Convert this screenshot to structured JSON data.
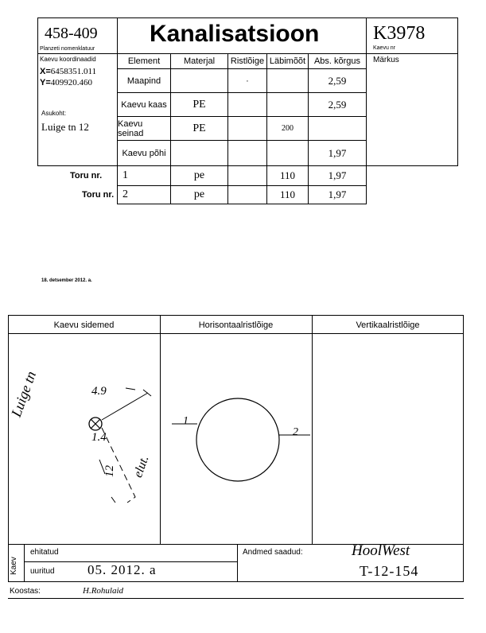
{
  "header": {
    "sheet_no": "458-409",
    "sheet_caption": "Planzeti nomenklatuur",
    "title": "Kanalisatsioon",
    "well_no": "K3978",
    "well_caption": "Kaevu nr"
  },
  "left": {
    "coords_label": "Kaevu koordinaadid",
    "x_label": "X=",
    "x_value": "6458351.011",
    "y_label": "Y=",
    "y_value": "409920.460",
    "location_label": "Asukoht:",
    "location_value": "Luige tn 12"
  },
  "table": {
    "columns": [
      "Element",
      "Materjal",
      "Ristlõige",
      "Läbimõõt",
      "Abs. kõrgus",
      "Märkus"
    ],
    "rows": [
      {
        "element": "Maapind",
        "material": "",
        "cross": "·",
        "diameter": "",
        "height": "2,59"
      },
      {
        "element": "Kaevu kaas",
        "material": "PE",
        "cross": "",
        "diameter": "",
        "height": "2,59"
      },
      {
        "element": "Kaevu seinad",
        "material": "PE",
        "cross": "",
        "diameter": "200",
        "height": ""
      },
      {
        "element": "Kaevu põhi",
        "material": "",
        "cross": "",
        "diameter": "",
        "height": "1,97"
      }
    ],
    "pipe_label": "Toru nr.",
    "pipes": [
      {
        "no": "1",
        "material": "pe",
        "cross": "",
        "diameter": "110",
        "height": "1,97"
      },
      {
        "no": "2",
        "material": "pe",
        "cross": "",
        "diameter": "110",
        "height": "1,97"
      }
    ]
  },
  "date_line": "18. detsember 2012. a.",
  "sketch": {
    "col1": "Kaevu sidemed",
    "col2": "Horisontaalristlõige",
    "col3": "Vertikaalristlõige",
    "street_note": "Luige tn",
    "dim_top": "4.9",
    "dim_mid": "1.4",
    "dim_bottom": "12",
    "exit_note": "elut.",
    "pipe_left": "1",
    "pipe_right": "2"
  },
  "footer": {
    "side_label": "Kaev",
    "built_label": "ehitatud",
    "surveyed_label": "uuritud",
    "surveyed_value": "05. 2012. a",
    "data_from_label": "Andmed saadud:",
    "data_from_value": "HoolWest",
    "data_from_ref": "T-12-154",
    "author_label": "Koostas:",
    "author_value": "H.Rohulaid"
  }
}
